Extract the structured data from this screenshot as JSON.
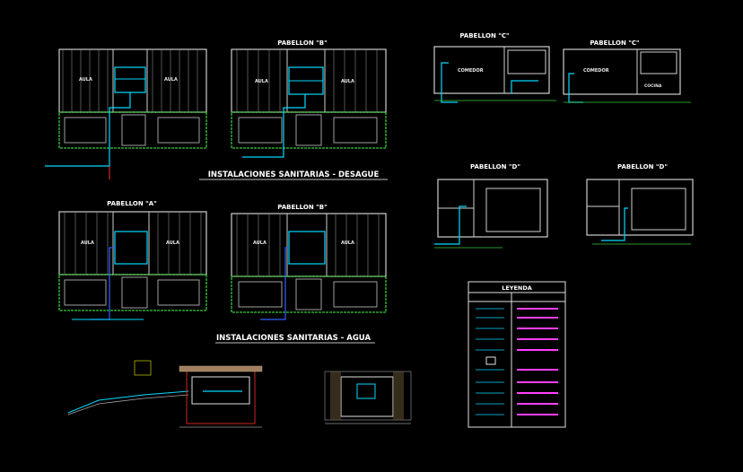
{
  "drawing": {
    "titles": {
      "desague": "INSTALACIONES SANITARIAS - DESAGUE",
      "agua": "INSTALACIONES SANITARIAS - AGUA"
    },
    "pabellones": {
      "a1": "PABELLON \"A\"",
      "b1": "PABELLON \"B\"",
      "b2": "PABELLON \"B\"",
      "c1": "PABELLON \"C\"",
      "c2": "PABELLON \"C\"",
      "d1": "PABELLON \"D\"",
      "d2": "PABELLON \"D\""
    },
    "rooms": {
      "aula": "AULA",
      "cocina": "COCINA",
      "comedor": "COMEDOR"
    },
    "legend": {
      "title": "LEYENDA"
    }
  },
  "colors": {
    "wall": "#cfcfcf",
    "cyan": "#00d8ff",
    "green": "#38c838",
    "yellow": "#f0f000",
    "blue": "#3060ff",
    "red": "#ff3030",
    "magenta": "#ff40ff"
  }
}
